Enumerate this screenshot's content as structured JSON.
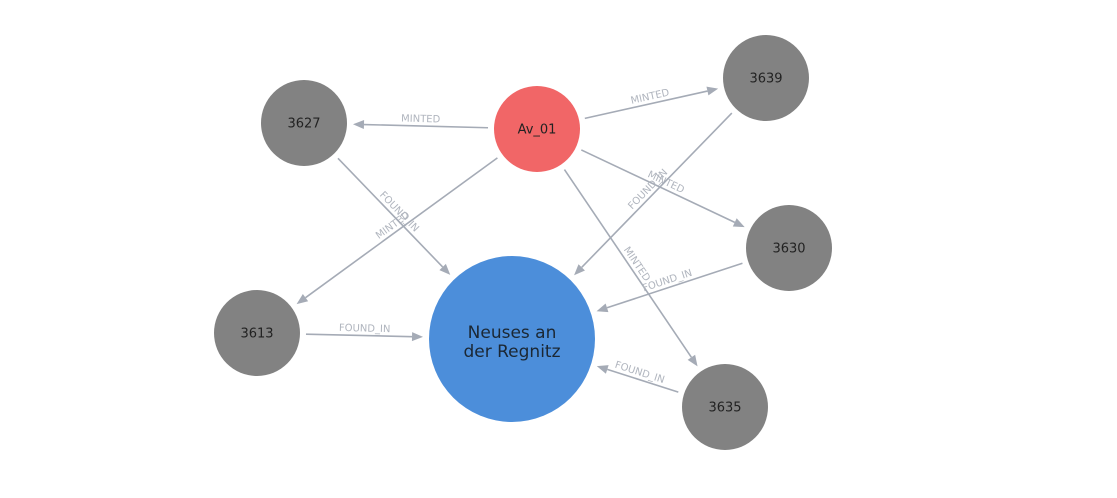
{
  "graph": {
    "colors": {
      "person": "#f16667",
      "coin": "#828282",
      "place": "#4c8eda",
      "edge": "#a5abb6",
      "edge_label": "#b0b5be"
    },
    "nodes": [
      {
        "id": "av01",
        "label": "Av_01",
        "kind": "person"
      },
      {
        "id": "n3627",
        "label": "3627",
        "kind": "coin"
      },
      {
        "id": "n3639",
        "label": "3639",
        "kind": "coin"
      },
      {
        "id": "n3630",
        "label": "3630",
        "kind": "coin"
      },
      {
        "id": "n3613",
        "label": "3613",
        "kind": "coin"
      },
      {
        "id": "n3635",
        "label": "3635",
        "kind": "coin"
      },
      {
        "id": "place",
        "label_line1": "Neuses an",
        "label_line2": "der Regnitz",
        "kind": "place"
      }
    ],
    "edges": [
      {
        "id": "e1",
        "from": "av01",
        "to": "n3627",
        "label": "MINTED"
      },
      {
        "id": "e2",
        "from": "av01",
        "to": "n3639",
        "label": "MINTED"
      },
      {
        "id": "e3",
        "from": "av01",
        "to": "n3630",
        "label": "MINTED"
      },
      {
        "id": "e4",
        "from": "av01",
        "to": "n3613",
        "label": "MINTED"
      },
      {
        "id": "e5",
        "from": "av01",
        "to": "n3635",
        "label": "MINTED"
      },
      {
        "id": "e6",
        "from": "n3627",
        "to": "place",
        "label": "FOUND_IN"
      },
      {
        "id": "e7",
        "from": "n3639",
        "to": "place",
        "label": "FOUND_IN"
      },
      {
        "id": "e8",
        "from": "n3630",
        "to": "place",
        "label": "FOUND_IN"
      },
      {
        "id": "e9",
        "from": "n3613",
        "to": "place",
        "label": "FOUND_IN"
      },
      {
        "id": "e10",
        "from": "n3635",
        "to": "place",
        "label": "FOUND_IN"
      }
    ]
  }
}
